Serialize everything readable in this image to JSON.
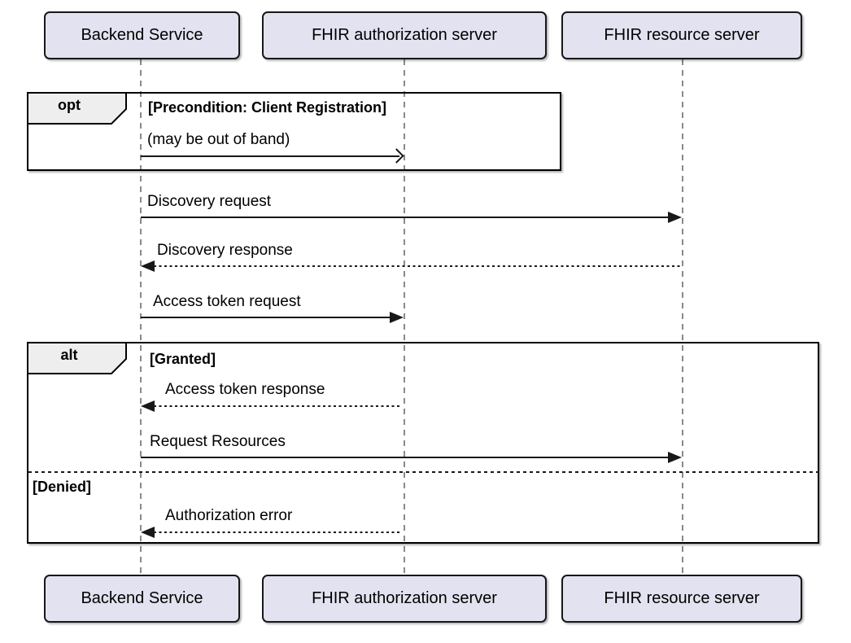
{
  "diagram_type": "uml-sequence-diagram",
  "colors": {
    "background": "#FFFFFF",
    "participant_fill": "#E2E2F0",
    "participant_border": "#181818",
    "fragment_border": "#000000",
    "fragment_label_fill": "#EEEEEE",
    "message_line": "#181818",
    "lifeline": "#8A8A8A",
    "text": "#000000"
  },
  "participants": [
    {
      "name": "Backend Service"
    },
    {
      "name": "FHIR authorization server"
    },
    {
      "name": "FHIR resource server"
    }
  ],
  "fragments": {
    "opt": {
      "operator": "opt",
      "guard": "[Precondition: Client Registration]"
    },
    "alt": {
      "operator": "alt",
      "guard_granted": "[Granted]",
      "guard_denied": "[Denied]"
    }
  },
  "messages": {
    "out_of_band": {
      "label": "(may be out of band)",
      "from": "Backend Service",
      "to": "FHIR authorization server",
      "line": "solid",
      "head": "open"
    },
    "discovery_request": {
      "label": "Discovery request",
      "from": "Backend Service",
      "to": "FHIR resource server",
      "line": "solid",
      "head": "filled"
    },
    "discovery_response": {
      "label": "Discovery response",
      "from": "FHIR resource server",
      "to": "Backend Service",
      "line": "dotted",
      "head": "filled"
    },
    "access_token_request": {
      "label": "Access token request",
      "from": "Backend Service",
      "to": "FHIR authorization server",
      "line": "solid",
      "head": "filled"
    },
    "access_token_response": {
      "label": "Access token response",
      "from": "FHIR authorization server",
      "to": "Backend Service",
      "line": "dotted",
      "head": "filled"
    },
    "request_resources": {
      "label": "Request Resources",
      "from": "Backend Service",
      "to": "FHIR resource server",
      "line": "solid",
      "head": "filled"
    },
    "authorization_error": {
      "label": "Authorization error",
      "from": "FHIR authorization server",
      "to": "Backend Service",
      "line": "dotted",
      "head": "filled"
    }
  }
}
